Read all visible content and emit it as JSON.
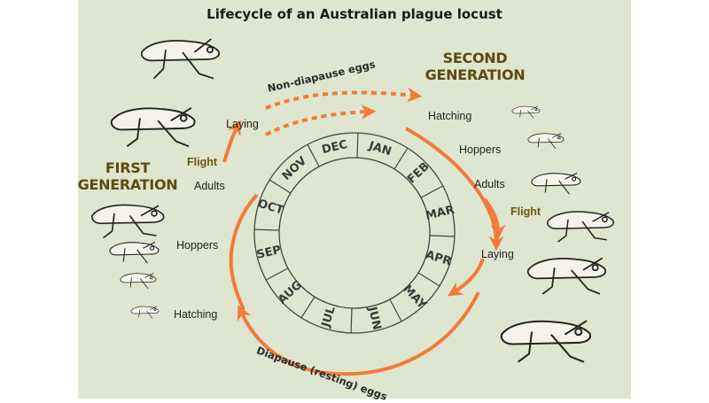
{
  "title": "Lifecycle of an Australian plague locust",
  "first_generation": {
    "line1": "FIRST",
    "line2": "GENERATION"
  },
  "second_generation": {
    "line1": "SECOND",
    "line2": "GENERATION"
  },
  "first_stages": {
    "laying": "Laying",
    "flight": "Flight",
    "adults": "Adults",
    "hoppers": "Hoppers",
    "hatching": "Hatching"
  },
  "second_stages": {
    "hatching": "Hatching",
    "hoppers": "Hoppers",
    "adults": "Adults",
    "flight": "Flight",
    "laying": "Laying"
  },
  "eggs": {
    "non_diapause": "Non-diapause eggs",
    "diapause": "Diapause (resting) eggs"
  },
  "months": [
    "JAN",
    "FEB",
    "MAR",
    "APR",
    "MAY",
    "JUN",
    "JUL",
    "AUG",
    "SEP",
    "OCT",
    "NOV",
    "DEC"
  ],
  "colors": {
    "background": "#dfe6cf",
    "arrow": "#f07b3a",
    "generation_text": "#5c4a12",
    "ring_line": "#444444"
  }
}
